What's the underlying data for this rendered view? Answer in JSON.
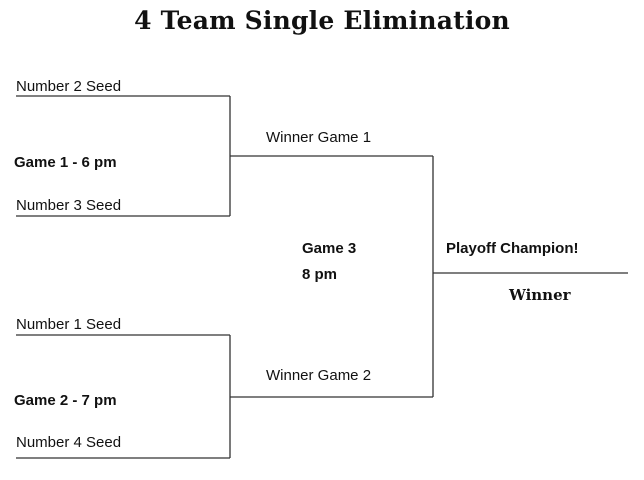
{
  "title": "4 Team Single Elimination",
  "round1": {
    "game1": {
      "top_seed": "Number 2 Seed",
      "label": "Game 1 - 6 pm",
      "bottom_seed": "Number 3 Seed"
    },
    "game2": {
      "top_seed": "Number 1 Seed",
      "label": "Game 2 - 7 pm",
      "bottom_seed": "Number 4 Seed"
    }
  },
  "round2": {
    "top_slot": "Winner Game 1",
    "bottom_slot": "Winner Game 2",
    "game_label": "Game 3",
    "game_time": "8 pm"
  },
  "final": {
    "champion_label": "Playoff Champion!",
    "winner_label": "Winner"
  }
}
